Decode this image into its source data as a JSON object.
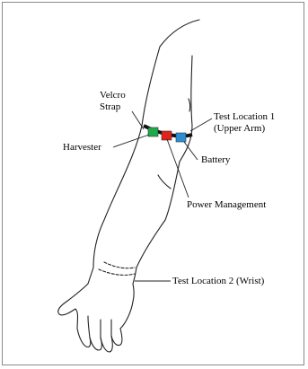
{
  "labels": {
    "velcro_line1": "Velcro",
    "velcro_line2": "Strap",
    "harvester": "Harvester",
    "test_location_1_line1": "Test Location 1",
    "test_location_1_line2": "(Upper Arm)",
    "battery": "Battery",
    "power_management": "Power Management",
    "test_location_2": "Test Location 2 (Wrist)"
  },
  "colors": {
    "harvester": "#1faa4a",
    "power_management": "#e2231a",
    "battery": "#2b8fd6",
    "strap": "#111111",
    "outline": "#222222",
    "frame": "#8a8a8a"
  }
}
